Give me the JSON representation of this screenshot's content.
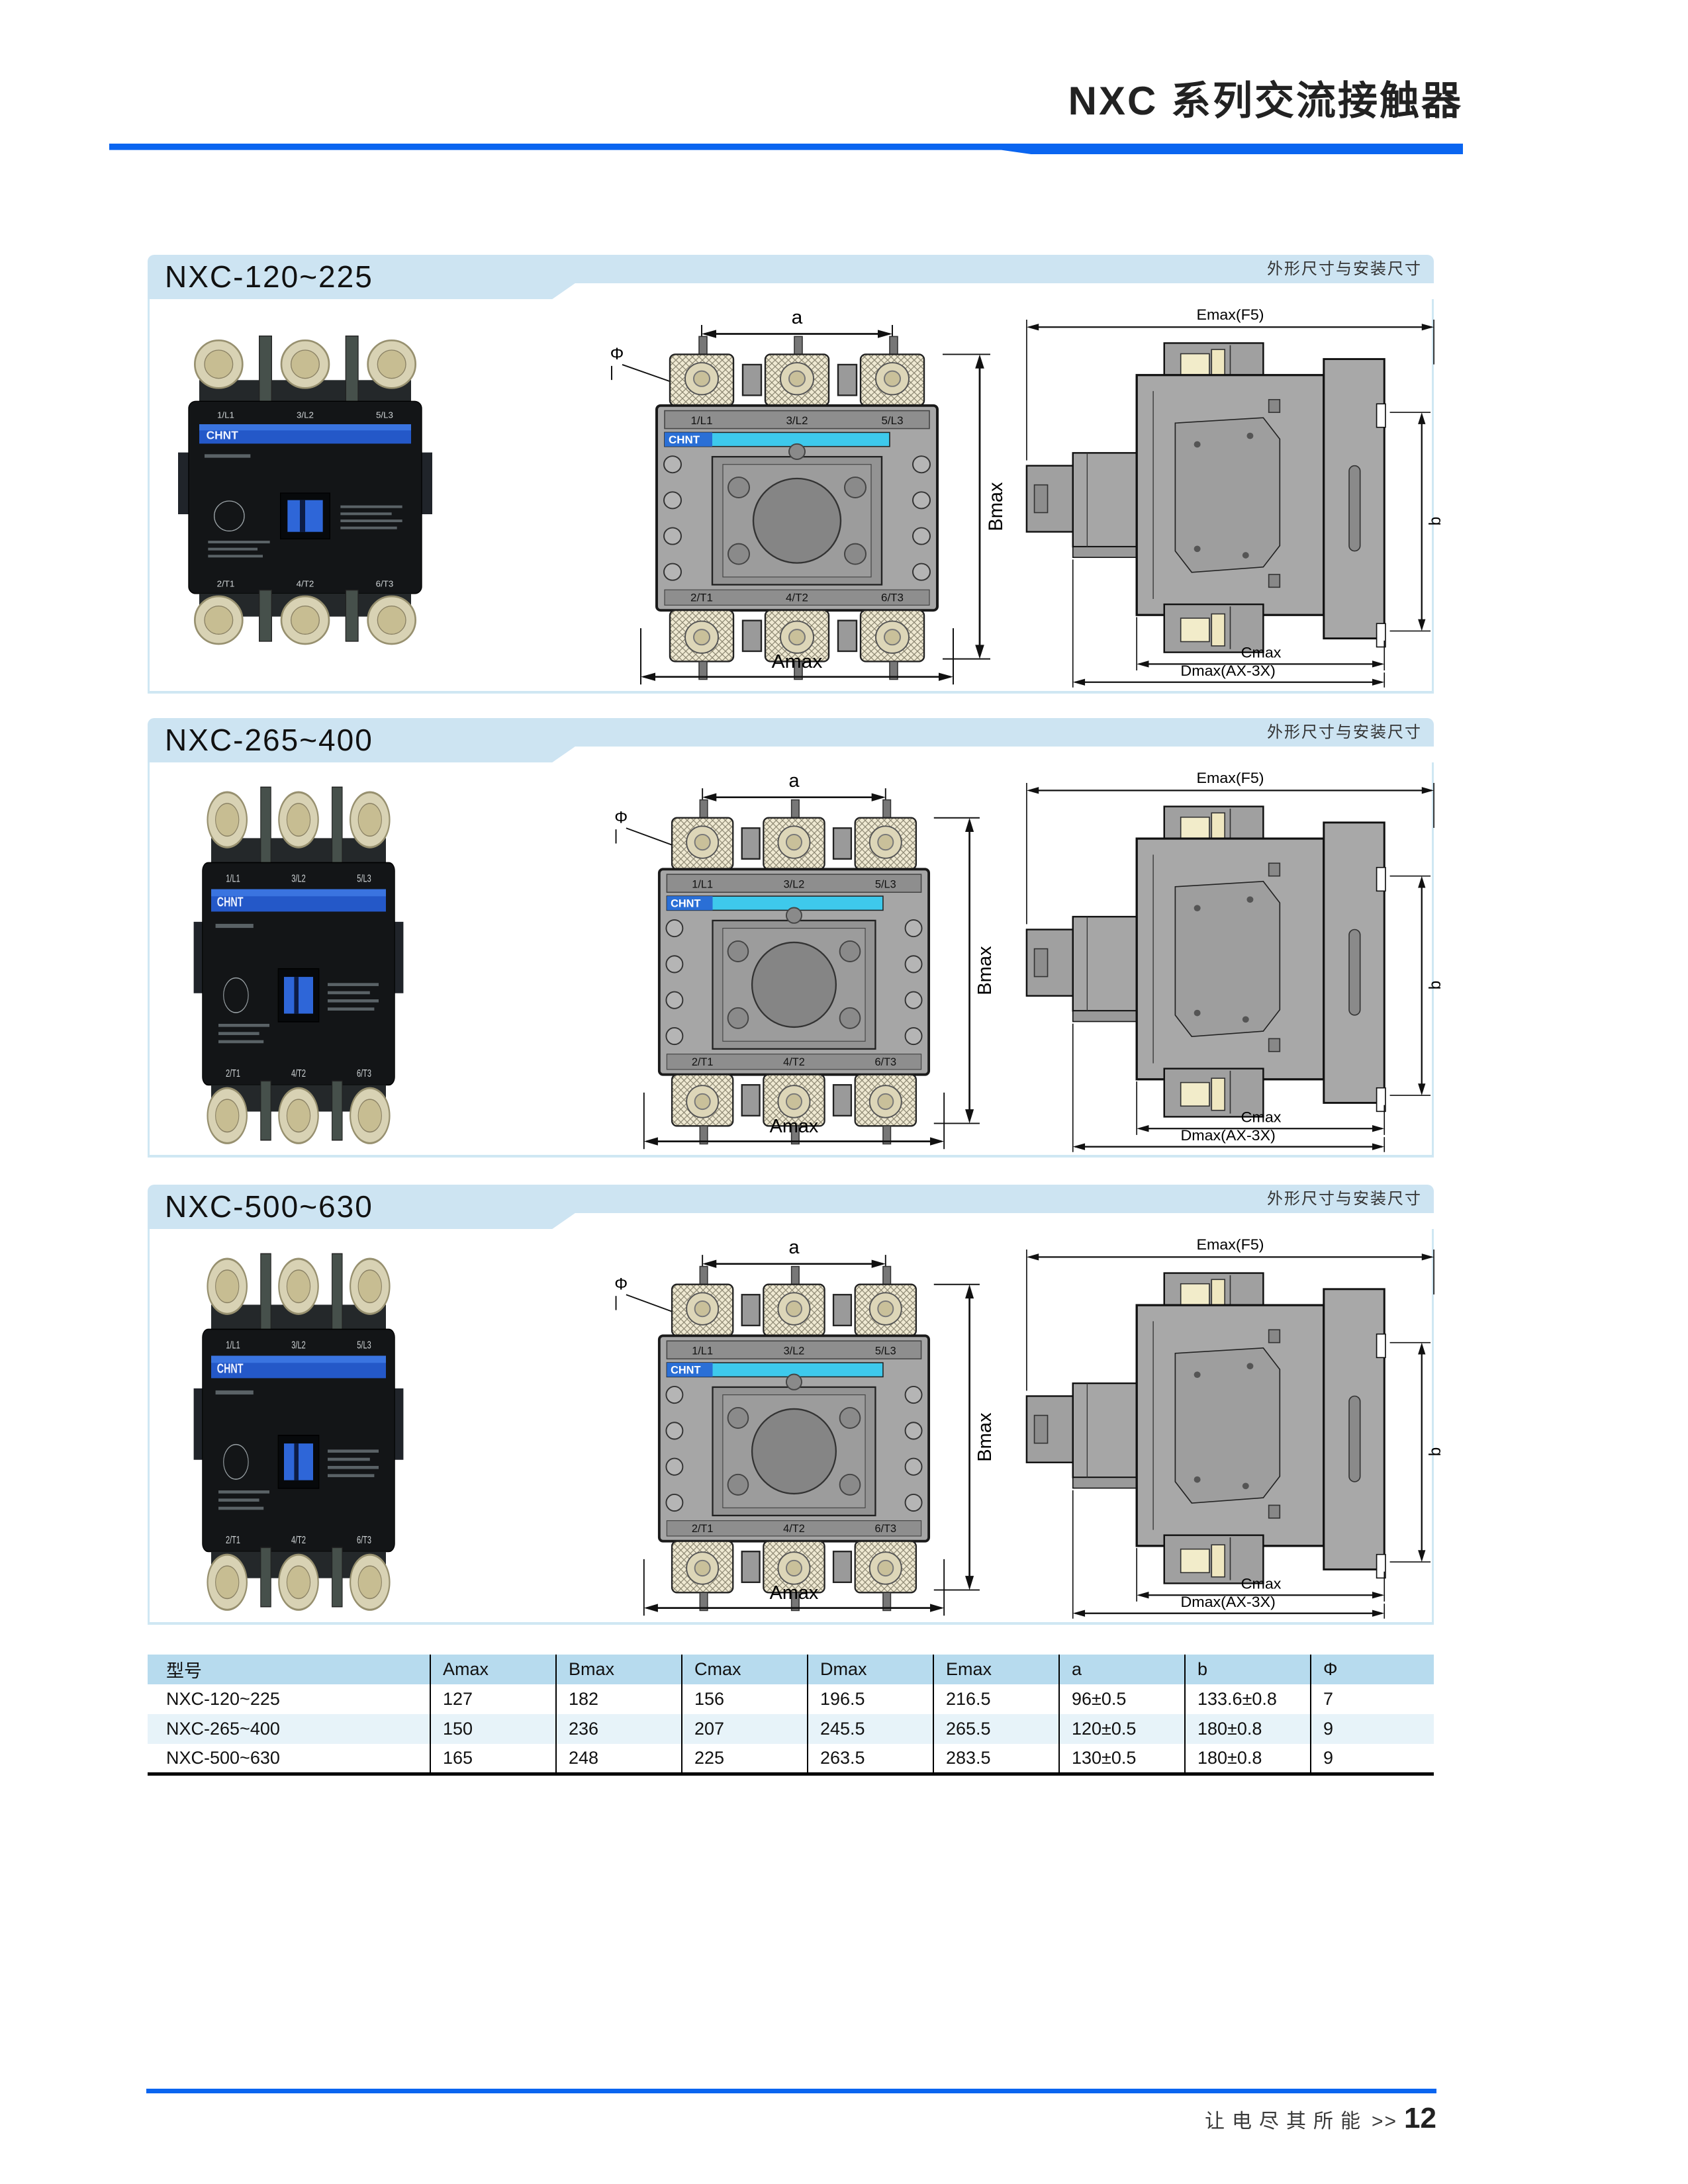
{
  "header": {
    "title": "NXC 系列交流接触器"
  },
  "sections": [
    {
      "model": "NXC-120~225",
      "corner_note": "外形尺寸与安装尺寸"
    },
    {
      "model": "NXC-265~400",
      "corner_note": "外形尺寸与安装尺寸"
    },
    {
      "model": "NXC-500~630",
      "corner_note": "外形尺寸与安装尺寸"
    }
  ],
  "labels": {
    "dim_a": "a",
    "dim_amax": "Amax",
    "dim_bmax": "Bmax",
    "dim_phi": "Φ",
    "dim_emax": "Emax(F5)",
    "dim_b": "b",
    "dim_cmax": "Cmax",
    "dim_dmax": "Dmax(AX-3X)",
    "brand": "CHNT",
    "l1": "1/L1",
    "l2": "3/L2",
    "l3": "5/L3",
    "t1": "2/T1",
    "t2": "4/T2",
    "t3": "6/T3"
  },
  "table": {
    "headers": [
      "型号",
      "Amax",
      "Bmax",
      "Cmax",
      "Dmax",
      "Emax",
      "a",
      "b",
      "Φ"
    ],
    "rows": [
      [
        "NXC-120~225",
        "127",
        "182",
        "156",
        "196.5",
        "216.5",
        "96±0.5",
        "133.6±0.8",
        "7"
      ],
      [
        "NXC-265~400",
        "150",
        "236",
        "207",
        "245.5",
        "265.5",
        "120±0.5",
        "180±0.8",
        "9"
      ],
      [
        "NXC-500~630",
        "165",
        "248",
        "225",
        "263.5",
        "283.5",
        "130±0.5",
        "180±0.8",
        "9"
      ]
    ]
  },
  "footer": {
    "slogan": "让电尽其所能",
    "arrow": ">>",
    "page": "12"
  },
  "colors": {
    "accent_blue": "#0a65f0",
    "banner_blue": "#cde4f2",
    "table_header_blue": "#b7dbee",
    "row_alt_blue": "#e7f3f9",
    "panel_border_blue": "#cfe7f3",
    "drawing_cyan": "#3ec9ec",
    "brand_blue": "#2a6fd6"
  }
}
